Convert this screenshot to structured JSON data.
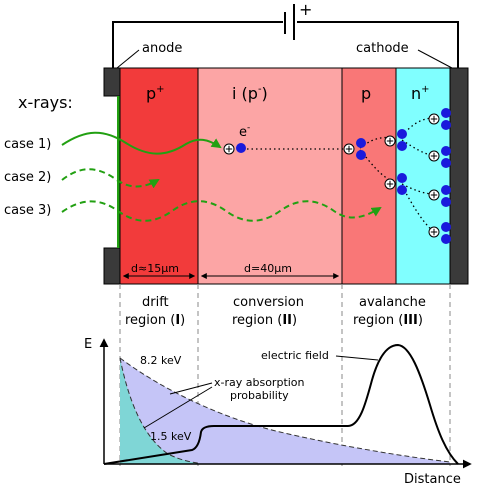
{
  "circuit": {
    "battery_plus": "+",
    "anode_label": "anode",
    "cathode_label": "cathode"
  },
  "xrays": {
    "title": "x-rays:",
    "cases": [
      "case 1)",
      "case 2)",
      "case 3)"
    ]
  },
  "layers": [
    {
      "label": "p",
      "sup": "+"
    },
    {
      "label": "i (p",
      "sup": "-",
      "suffix": ")"
    },
    {
      "label": "p",
      "sup": ""
    },
    {
      "label": "n",
      "sup": "+"
    }
  ],
  "electron_label": "e",
  "electron_sup": "-",
  "dimensions": {
    "drift": "d≈15μm",
    "conversion": "d=40μm"
  },
  "regions": {
    "drift": {
      "line1": "drift",
      "line2_pre": "region (",
      "numeral": "I",
      "line2_post": ")"
    },
    "conversion": {
      "line1": "conversion",
      "line2_pre": "region (",
      "numeral": "II",
      "line2_post": ")"
    },
    "avalanche": {
      "line1": "avalanche",
      "line2_pre": "region (",
      "numeral": "III",
      "line2_post": ")"
    }
  },
  "plot": {
    "y_axis_label": "E",
    "x_axis_label": "Distance",
    "field_label": "electric field",
    "absorption_label_1": "x-ray absorption",
    "absorption_label_2": "probability",
    "energy_high": "8.2 keV",
    "energy_low": "1.5 keV"
  },
  "colors": {
    "p_plus": "#f23b3b",
    "intrinsic": "#fca5a5",
    "p": "#f97777",
    "n_plus": "#80ffff",
    "contact": "#3a3a3a",
    "xray": "#22a012",
    "carrier": "#1a1adc",
    "absorption_fill": "#c5c5f7",
    "absorption_fill_low": "#7fd6d6"
  }
}
